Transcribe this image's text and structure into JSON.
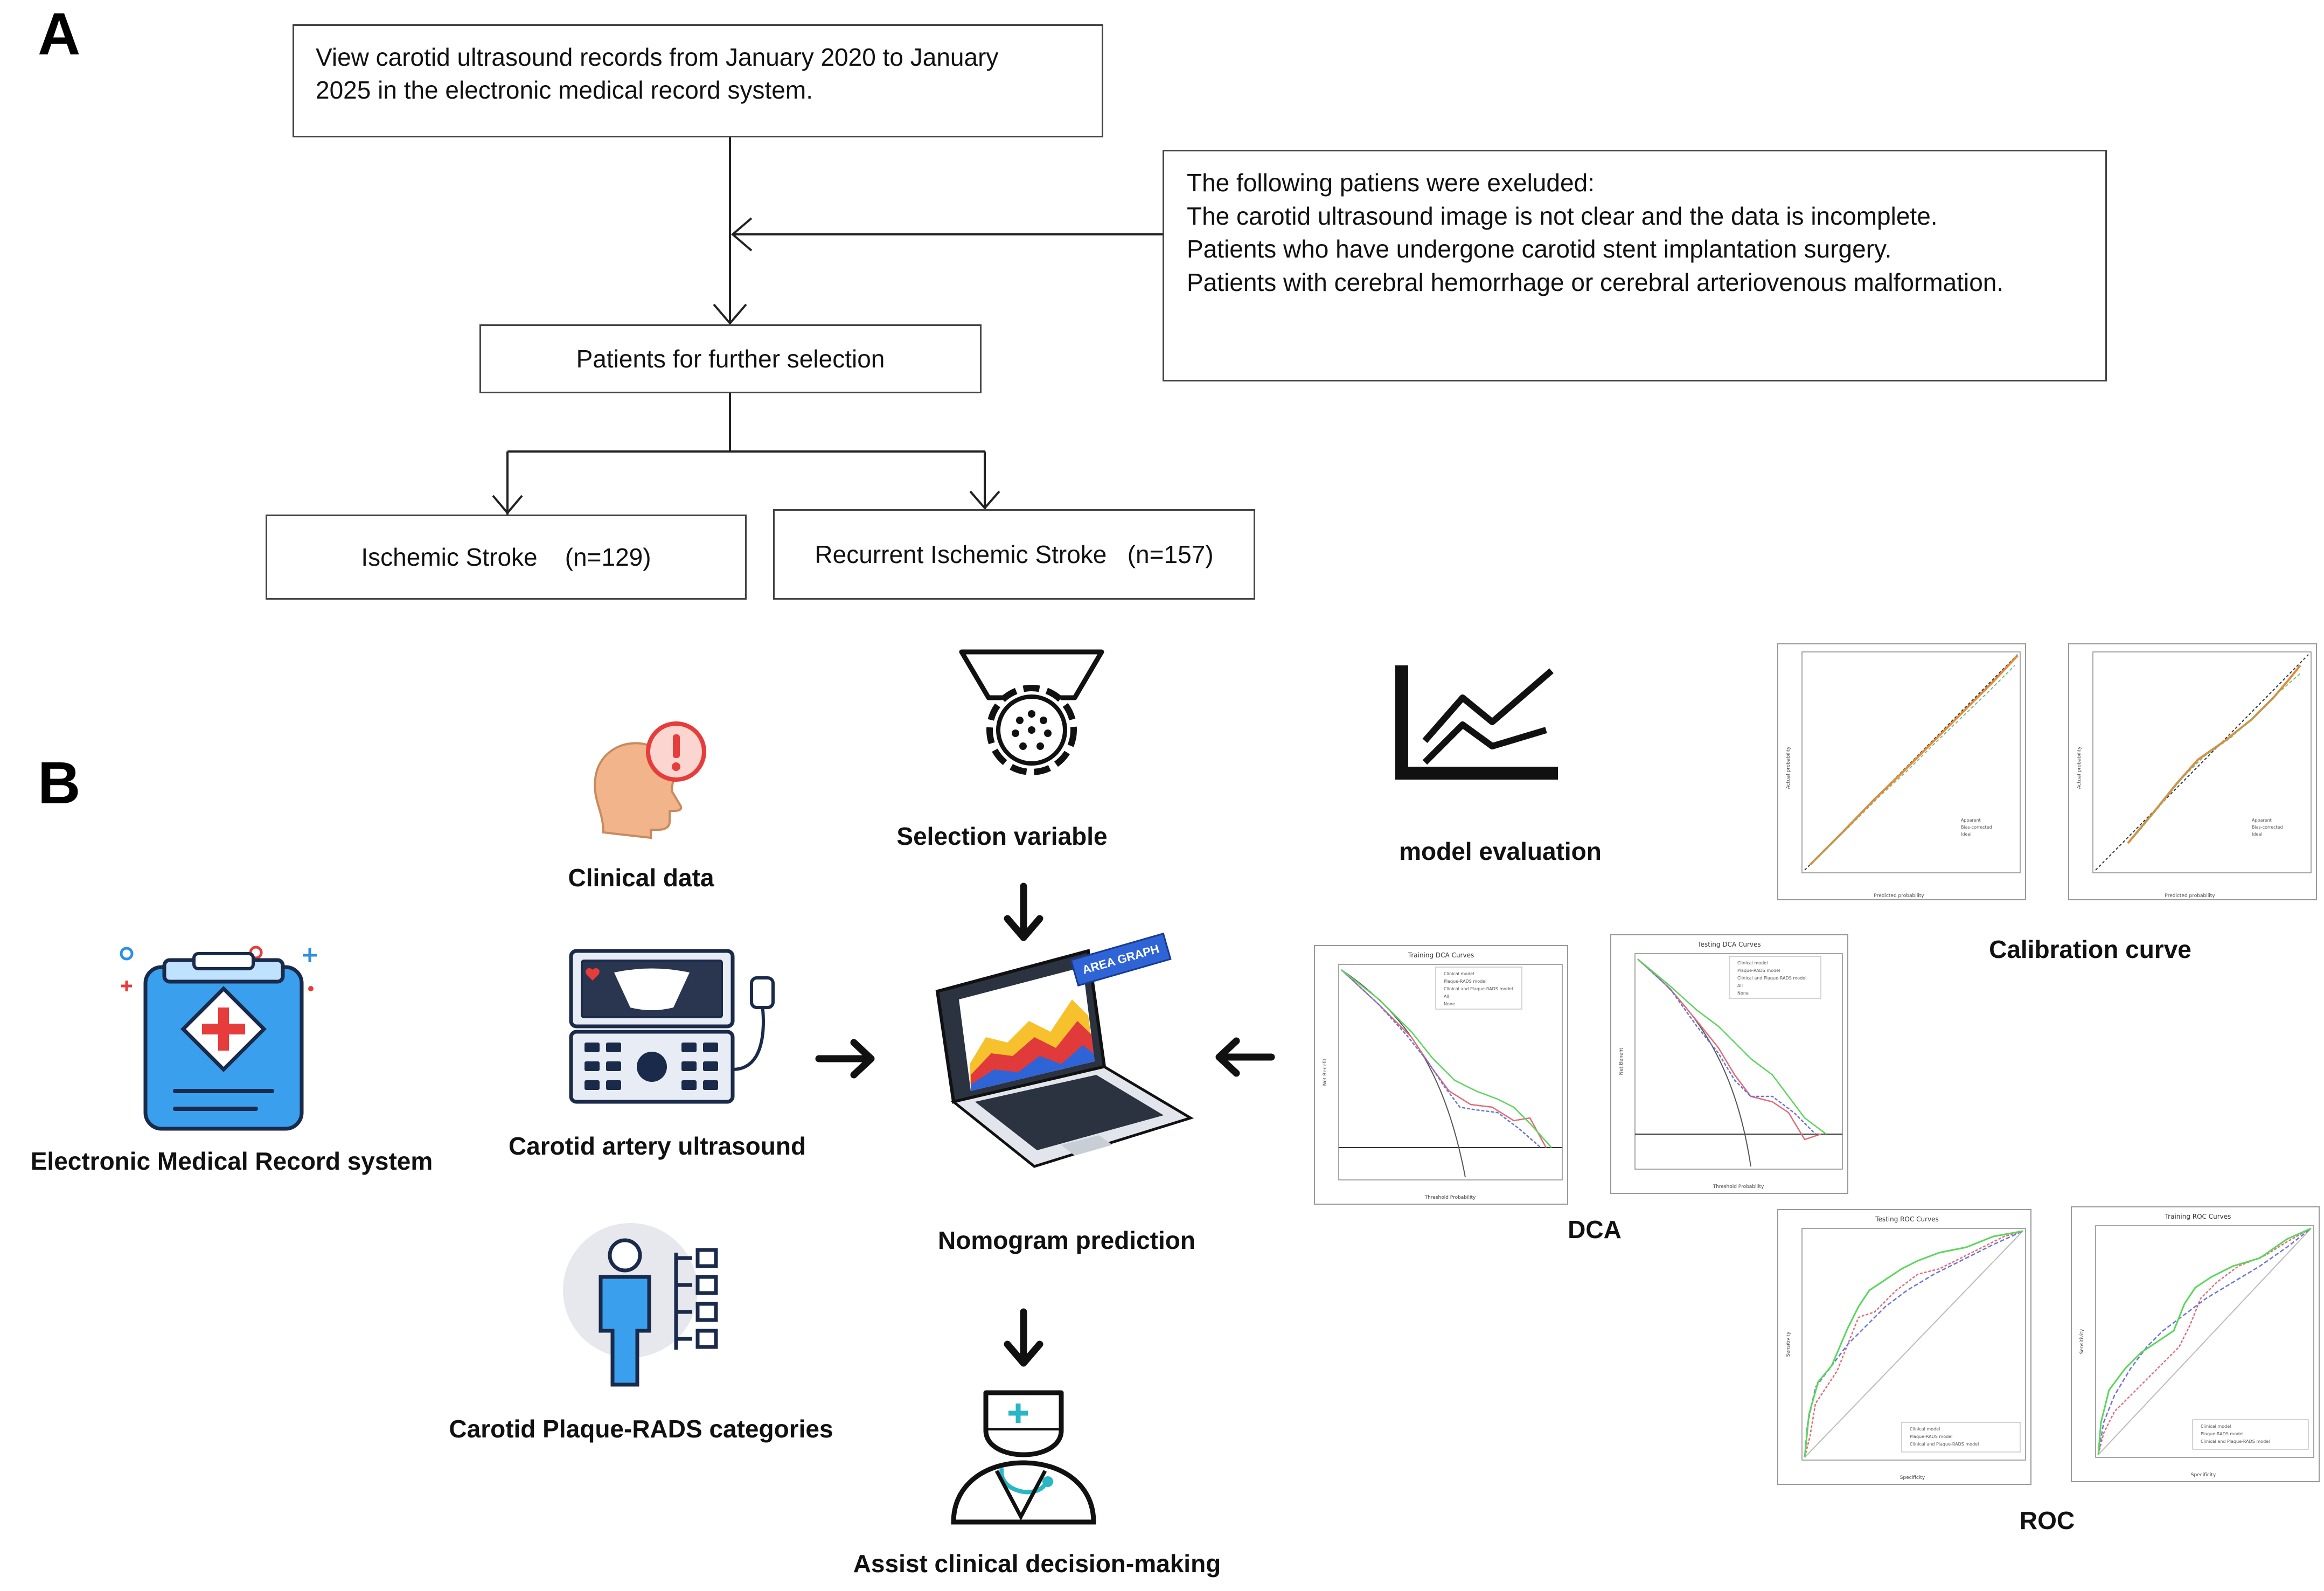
{
  "panel_a": {
    "letter": "A",
    "box_records": [
      "View carotid ultrasound records from January 2020 to January",
      "2025 in the electronic medical record system."
    ],
    "box_excluded": [
      "The following patiens were exeluded:",
      "The carotid ultrasound image is not clear and the data is incomplete.",
      "Patients who have undergone carotid stent implantation surgery.",
      "Patients with cerebral hemorrhage or cerebral arteriovenous malformation."
    ],
    "box_selection": "Patients for further selection",
    "box_ischemic": "Ischemic Stroke    (n=129)",
    "box_recurrent": "Recurrent Ischemic Stroke   (n=157)"
  },
  "panel_b": {
    "letter": "B",
    "labels": {
      "emr": "Electronic Medical Record system",
      "clinical": "Clinical data",
      "ultrasound": "Carotid artery ultrasound",
      "plaque": "Carotid Plaque-RADS categories",
      "selection": "Selection variable",
      "nomogram": "Nomogram prediction",
      "assist": "Assist clinical decision-making",
      "evaluation": "model evaluation",
      "calibration": "Calibration curve",
      "dca": "DCA",
      "roc": "ROC",
      "area_graph": "AREA GRAPH"
    },
    "chart_titles": {
      "dca_left": "Training DCA Curves",
      "dca_right": "Testing DCA Curves",
      "roc_left": "Testing ROC Curves",
      "roc_right": "Training ROC Curves"
    },
    "axis_labels": {
      "cal_x": "Predicted probability",
      "cal_y": "Actual probability",
      "dca_x": "Threshold Probability",
      "dca_y": "Net Benefit",
      "roc_x": "Specificity",
      "roc_y": "Sensitivity"
    },
    "legends": {
      "calibration": [
        "Apparent",
        "Bias-corrected",
        "Ideal"
      ],
      "dca": [
        "Clinical model",
        "Plaque-RADS model",
        "Clinical and Plaque-RADS model",
        "All",
        "None"
      ],
      "roc": [
        "Clinical model",
        "Plaque-RADS model",
        "Clinical and Plaque-RADS model"
      ]
    },
    "colors": {
      "clinical": "#e06c75",
      "plaque": "#6b74d6",
      "combined": "#5bd65b",
      "icon_blue": "#2f8fe0",
      "icon_red": "#e63c3c",
      "skin": "#f2b48a"
    }
  }
}
